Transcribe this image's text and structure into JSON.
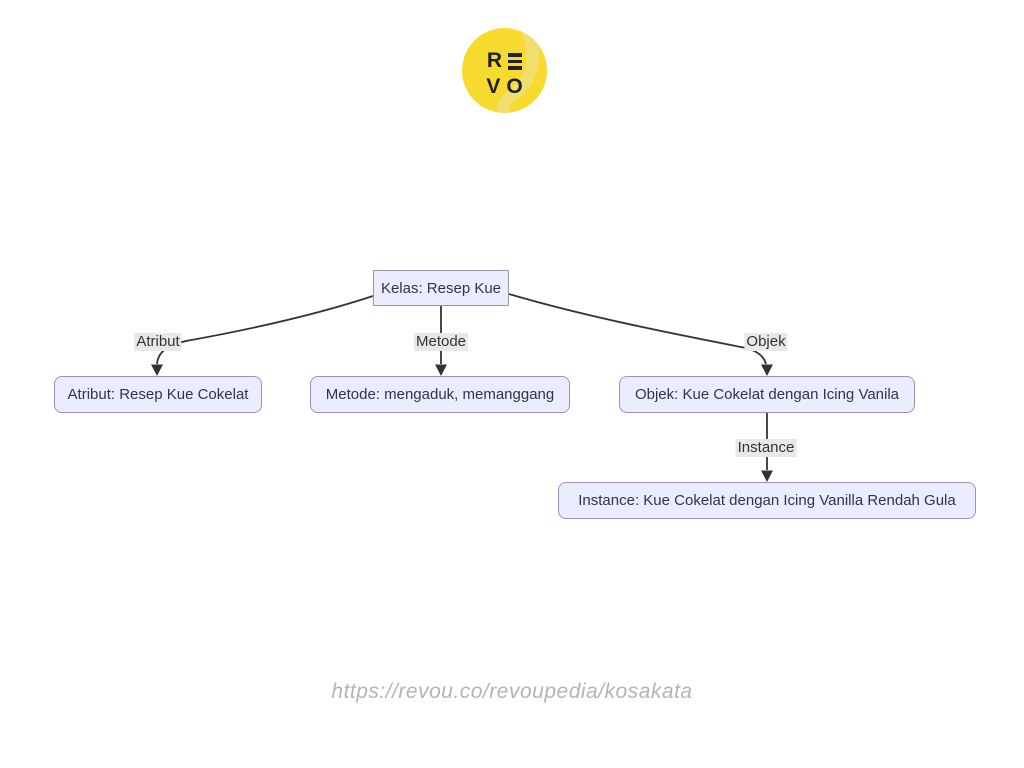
{
  "logo": {
    "name": "RevoU",
    "letter_r": "R",
    "letter_v": "V",
    "letter_o": "O",
    "circle_color": "#F6DA2D",
    "swoosh_color": "#F0DF7D",
    "letter_color": "#222222"
  },
  "diagram": {
    "nodes": [
      {
        "id": "kelas",
        "label": "Kelas: Resep Kue",
        "shape": "rect"
      },
      {
        "id": "atribut",
        "label": "Atribut: Resep Kue Cokelat",
        "shape": "rounded"
      },
      {
        "id": "metode",
        "label": "Metode: mengaduk, memanggang",
        "shape": "rounded"
      },
      {
        "id": "objek",
        "label": "Objek: Kue Cokelat dengan Icing Vanila",
        "shape": "rounded"
      },
      {
        "id": "instance",
        "label": "Instance: Kue Cokelat dengan Icing Vanilla Rendah Gula",
        "shape": "rounded"
      }
    ],
    "edges": [
      {
        "from": "kelas",
        "to": "atribut",
        "label": "Atribut"
      },
      {
        "from": "kelas",
        "to": "metode",
        "label": "Metode"
      },
      {
        "from": "kelas",
        "to": "objek",
        "label": "Objek"
      },
      {
        "from": "objek",
        "to": "instance",
        "label": "Instance"
      }
    ],
    "colors": {
      "node_fill": "#ECECFF",
      "rounded_node_border": "#9B8FCB",
      "rect_node_border": "#9698AC",
      "edge_stroke": "#333333",
      "edge_label_background": "#E8E8E8",
      "node_text": "#33334A"
    }
  },
  "footer": {
    "url": "https://revou.co/revoupedia/kosakata"
  }
}
